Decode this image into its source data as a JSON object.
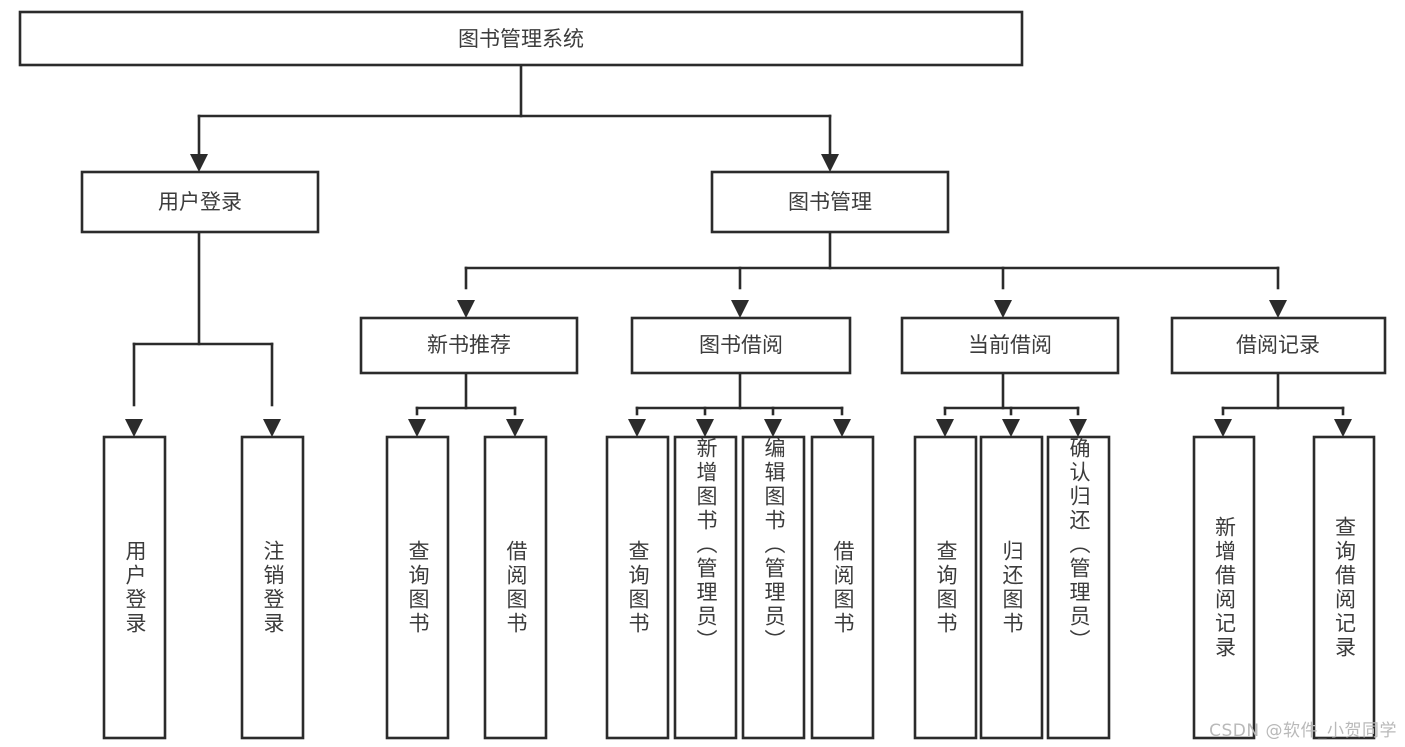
{
  "diagram": {
    "title": "图书管理系统",
    "type": "tree",
    "orientation": "top-down",
    "background_color": "#ffffff",
    "line_color": "#2b2b2b",
    "text_color": "#3c3c3c",
    "root": {
      "label": "图书管理系统",
      "children": [
        {
          "label": "用户登录",
          "children": [
            {
              "label": "用户登录",
              "vertical": true
            },
            {
              "label": "注销登录",
              "vertical": true
            }
          ]
        },
        {
          "label": "图书管理",
          "children": [
            {
              "label": "新书推荐",
              "children": [
                {
                  "label": "查询图书",
                  "vertical": true
                },
                {
                  "label": "借阅图书",
                  "vertical": true
                }
              ]
            },
            {
              "label": "图书借阅",
              "children": [
                {
                  "label": "查询图书",
                  "vertical": true
                },
                {
                  "label": "新增图书（管理员）",
                  "vertical": true
                },
                {
                  "label": "编辑图书（管理员）",
                  "vertical": true
                },
                {
                  "label": "借阅图书",
                  "vertical": true
                }
              ]
            },
            {
              "label": "当前借阅",
              "children": [
                {
                  "label": "查询图书",
                  "vertical": true
                },
                {
                  "label": "归还图书",
                  "vertical": true
                },
                {
                  "label": "确认归还（管理员）",
                  "vertical": true
                }
              ]
            },
            {
              "label": "借阅记录",
              "children": [
                {
                  "label": "新增借阅记录",
                  "vertical": true
                },
                {
                  "label": "查询借阅记录",
                  "vertical": true
                }
              ]
            }
          ]
        }
      ]
    }
  },
  "nodes": {
    "root": "图书管理系统",
    "level1": [
      "用户登录",
      "图书管理"
    ],
    "level2": [
      "新书推荐",
      "图书借阅",
      "当前借阅",
      "借阅记录"
    ],
    "leaves": [
      "用户登录",
      "注销登录",
      "查询图书",
      "借阅图书",
      "查询图书",
      "新增图书（管理员）",
      "编辑图书（管理员）",
      "借阅图书",
      "查询图书",
      "归还图书",
      "确认归还（管理员）",
      "新增借阅记录",
      "查询借阅记录"
    ]
  },
  "watermark": {
    "text": "CSDN @软件_小贺同学"
  }
}
